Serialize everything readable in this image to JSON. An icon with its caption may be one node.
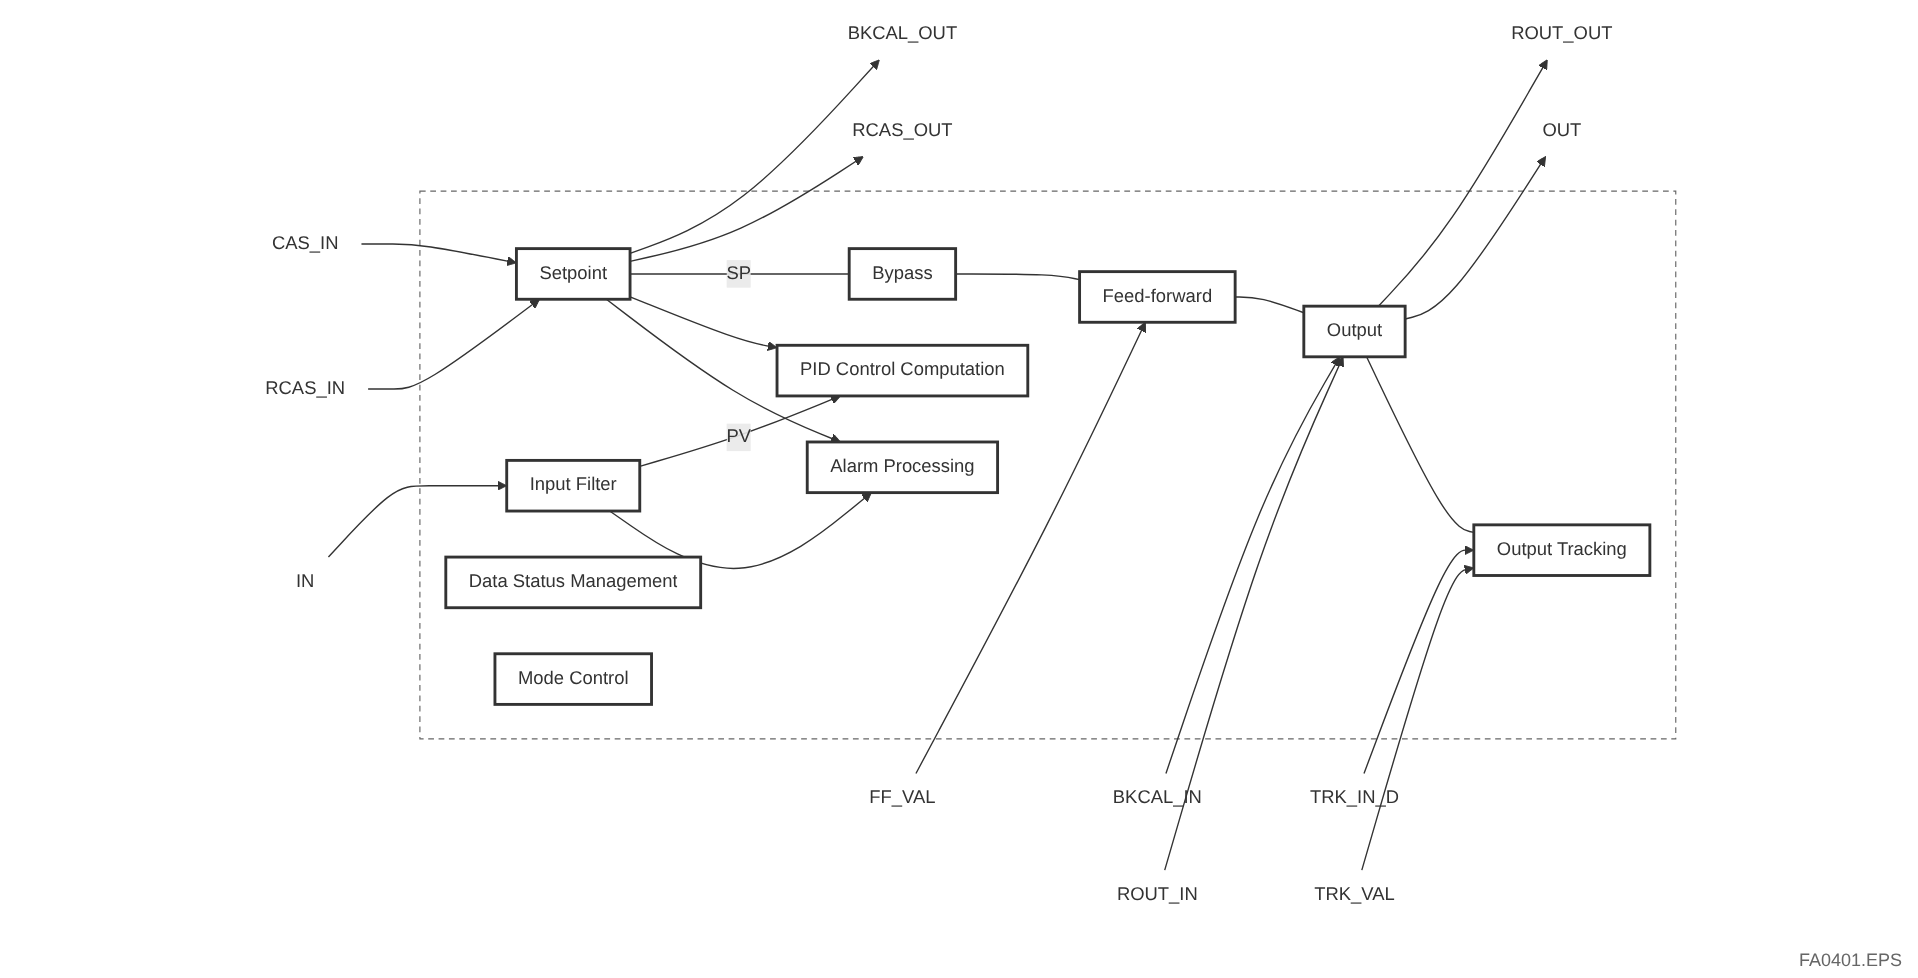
{
  "diagram": {
    "nodes": [
      {
        "text": [],
        "shape": "box"
      },
      {
        "text": [
          "Setpoint"
        ],
        "in": 0
      },
      {
        "text": [
          "Bypass"
        ],
        "in": 0
      },
      {
        "text": [
          "Feed-forward"
        ],
        "in": 0
      },
      {
        "text": [
          "Output"
        ],
        "in": 0
      },
      {
        "text": [
          "PID Control Computation"
        ],
        "in": 0
      },
      {
        "text": [
          "Input Filter"
        ],
        "in": 0
      },
      {
        "text": [
          "Data Status Management"
        ],
        "in": 0
      },
      {
        "text": [
          "Mode Control"
        ],
        "in": 0
      },
      {
        "text": [
          "Alarm Processing"
        ],
        "in": 0
      },
      {
        "text": [
          "Output Tracking"
        ],
        "in": 0
      },
      {
        "text": [
          "BKCAL_OUT"
        ]
      },
      {
        "text": [
          "RCAS_OUT"
        ]
      },
      {
        "text": [
          "FF_VAL"
        ]
      },
      {
        "text": [
          "BKCAL_IN"
        ]
      },
      {
        "text": [
          "ROUT_IN"
        ]
      },
      {
        "text": [
          "ROUT_OUT"
        ]
      },
      {
        "text": [
          "CAS_IN"
        ]
      },
      {
        "text": [
          "RCAS_IN"
        ]
      },
      {
        "text": [
          "OUT"
        ]
      },
      {
        "text": [
          "IN"
        ]
      },
      {
        "text": [
          "TRK_IN_D"
        ]
      },
      {
        "text": [
          "TRK_VAL"
        ]
      }
    ],
    "edges": [
      {
        "from": 17,
        "to": 1,
        "arrow": "to"
      },
      {
        "from": 18,
        "to": 1,
        "arrow": "to"
      },
      {
        "from": 1,
        "to": 11,
        "arrow": "to"
      },
      {
        "from": 1,
        "to": 12,
        "arrow": "to"
      },
      {
        "from": 1,
        "to": 2,
        "arrow": "none",
        "label": "SP"
      },
      {
        "from": 1,
        "to": 5,
        "arrow": "to"
      },
      {
        "from": 1,
        "to": 9,
        "arrow": "to"
      },
      {
        "from": 2,
        "to": 3,
        "arrow": "none"
      },
      {
        "from": 13,
        "to": 3,
        "arrow": "to"
      },
      {
        "from": 3,
        "to": 4,
        "arrow": "none"
      },
      {
        "from": 14,
        "to": 4,
        "arrow": "to"
      },
      {
        "from": 15,
        "to": 4,
        "arrow": "to"
      },
      {
        "from": 4,
        "to": 16,
        "arrow": "to"
      },
      {
        "from": 4,
        "to": 19,
        "arrow": "to"
      },
      {
        "from": 4,
        "to": 10,
        "arrow": "none"
      },
      {
        "from": 20,
        "to": 6,
        "arrow": "to"
      },
      {
        "from": 6,
        "to": 5,
        "arrow": "to",
        "label": "PV"
      },
      {
        "from": 6,
        "to": 9,
        "arrow": "to"
      },
      {
        "from": 21,
        "to": 10,
        "arrow": "to"
      },
      {
        "from": 22,
        "to": 10,
        "arrow": "to"
      }
    ],
    "labels": [
      "FA0401.EPS"
    ]
  }
}
